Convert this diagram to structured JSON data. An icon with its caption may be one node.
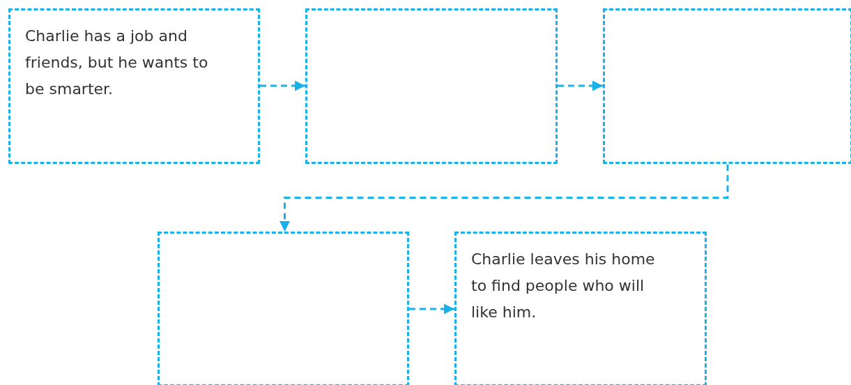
{
  "diagram": {
    "nodes": [
      {
        "text": [
          "Charlie has a job and friends, but he wants to be smarter."
        ]
      },
      {
        "text": [],
        "shape": "box"
      },
      {
        "text": [],
        "shape": "box"
      },
      {
        "text": [],
        "shape": "box"
      },
      {
        "text": [
          "Charlie leaves his home to find people who will like him."
        ]
      }
    ],
    "edges": [
      {
        "from": 0,
        "to": 1,
        "arrow": "to",
        "style": "dashed"
      },
      {
        "from": 1,
        "to": 2,
        "arrow": "to",
        "style": "dashed"
      },
      {
        "from": 2,
        "to": 3,
        "arrow": "to",
        "style": "dashed"
      },
      {
        "from": 3,
        "to": 4,
        "arrow": "to",
        "style": "dashed"
      }
    ]
  }
}
